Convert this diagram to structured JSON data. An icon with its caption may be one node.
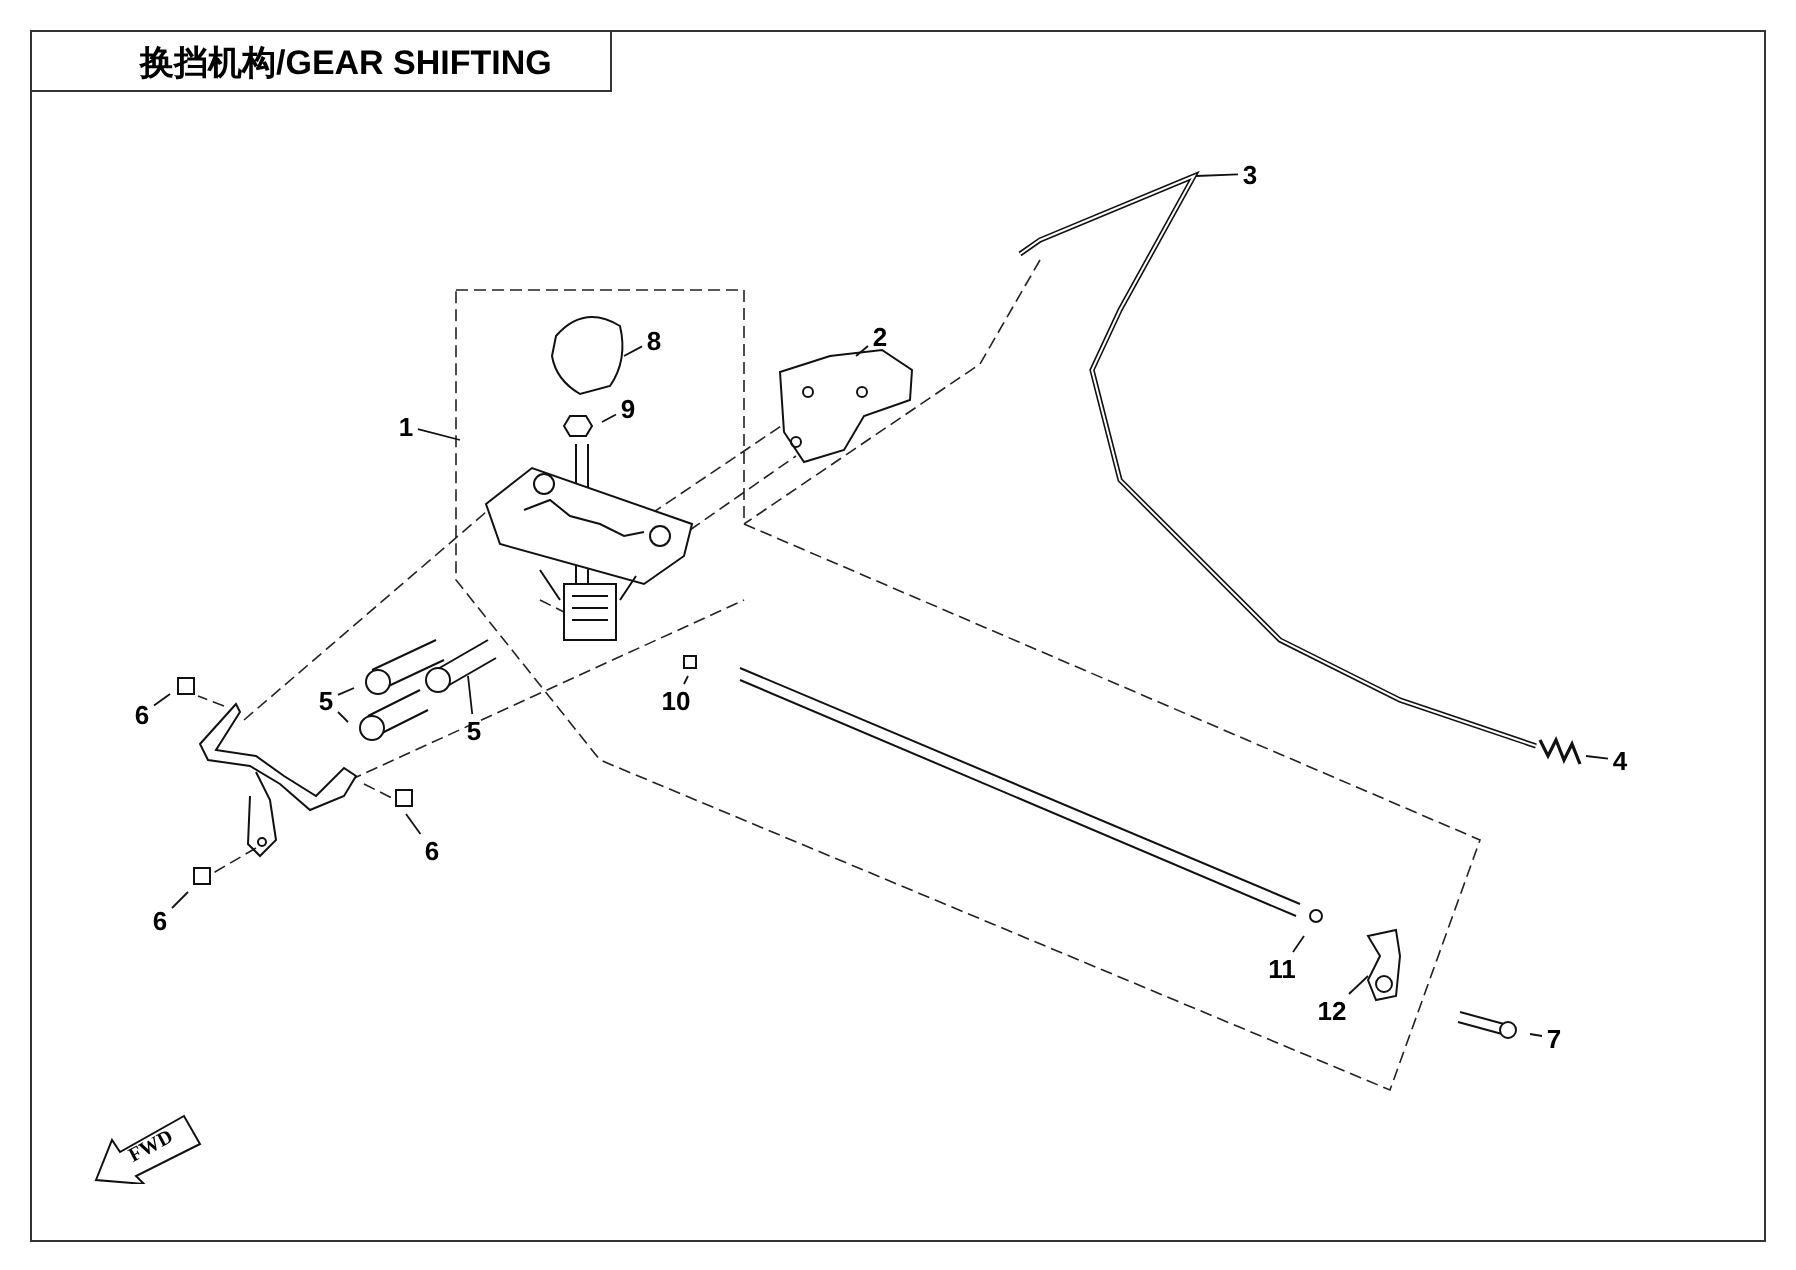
{
  "diagram": {
    "title": "换挡机构/GEAR SHIFTING",
    "nodes": [
      {
        "text": [
          "3"
        ]
      },
      {
        "text": [
          "8"
        ]
      },
      {
        "text": [
          "2"
        ]
      },
      {
        "text": [
          "9"
        ]
      },
      {
        "text": [
          "1"
        ]
      },
      {
        "text": [
          "6"
        ]
      },
      {
        "text": [
          "5"
        ]
      },
      {
        "text": [
          "10"
        ]
      },
      {
        "text": [
          "5"
        ]
      },
      {
        "text": [
          "4"
        ]
      },
      {
        "text": [
          "6"
        ]
      },
      {
        "text": [
          "6"
        ]
      },
      {
        "text": [
          "11"
        ]
      },
      {
        "text": [
          "12"
        ]
      },
      {
        "text": [
          "7"
        ]
      },
      {
        "text": [
          "FWD"
        ]
      }
    ],
    "edges": [
      {
        "from": 0,
        "to": null,
        "arrow": "none"
      },
      {
        "from": 1,
        "to": null,
        "arrow": "none"
      },
      {
        "from": 2,
        "to": null,
        "arrow": "none"
      },
      {
        "from": 3,
        "to": null,
        "arrow": "none"
      },
      {
        "from": 4,
        "to": null,
        "arrow": "none"
      },
      {
        "from": 5,
        "to": null,
        "arrow": "none"
      },
      {
        "from": 6,
        "to": null,
        "arrow": "none"
      },
      {
        "from": 6,
        "to": null,
        "arrow": "none"
      },
      {
        "from": 7,
        "to": null,
        "arrow": "none"
      },
      {
        "from": 8,
        "to": null,
        "arrow": "none"
      },
      {
        "from": 9,
        "to": null,
        "arrow": "none"
      },
      {
        "from": 10,
        "to": null,
        "arrow": "none"
      },
      {
        "from": 11,
        "to": null,
        "arrow": "none"
      },
      {
        "from": 12,
        "to": null,
        "arrow": "none"
      },
      {
        "from": 13,
        "to": null,
        "arrow": "none"
      },
      {
        "from": 14,
        "to": null,
        "arrow": "none"
      }
    ]
  }
}
